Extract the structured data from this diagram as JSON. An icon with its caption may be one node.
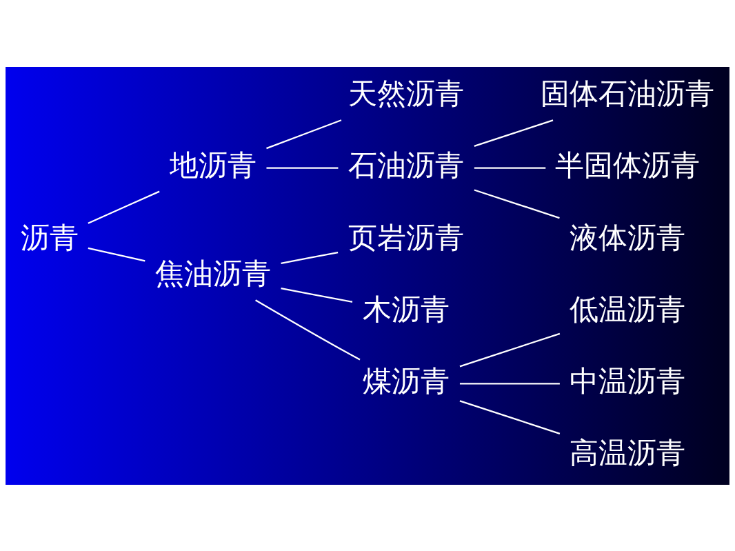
{
  "diagram": {
    "nodes": [
      {
        "text": [
          "沥青"
        ]
      },
      {
        "text": [
          "地沥青"
        ]
      },
      {
        "text": [
          "焦油沥青"
        ]
      },
      {
        "text": [
          "天然沥青"
        ]
      },
      {
        "text": [
          "石油沥青"
        ]
      },
      {
        "text": [
          "固体石油沥青"
        ]
      },
      {
        "text": [
          "半固体沥青"
        ]
      },
      {
        "text": [
          "液体沥青"
        ]
      },
      {
        "text": [
          "页岩沥青"
        ]
      },
      {
        "text": [
          "木沥青"
        ]
      },
      {
        "text": [
          "煤沥青"
        ]
      },
      {
        "text": [
          "低温沥青"
        ]
      },
      {
        "text": [
          "中温沥青"
        ]
      },
      {
        "text": [
          "高温沥青"
        ]
      }
    ],
    "edges": [
      {
        "from": 0,
        "to": 1,
        "arrow": "none"
      },
      {
        "from": 0,
        "to": 2,
        "arrow": "none"
      },
      {
        "from": 1,
        "to": 3,
        "arrow": "none"
      },
      {
        "from": 1,
        "to": 4,
        "arrow": "none"
      },
      {
        "from": 4,
        "to": 5,
        "arrow": "none"
      },
      {
        "from": 4,
        "to": 6,
        "arrow": "none"
      },
      {
        "from": 4,
        "to": 7,
        "arrow": "none"
      },
      {
        "from": 2,
        "to": 8,
        "arrow": "none"
      },
      {
        "from": 2,
        "to": 9,
        "arrow": "none"
      },
      {
        "from": 2,
        "to": 10,
        "arrow": "none"
      },
      {
        "from": 10,
        "to": 11,
        "arrow": "none"
      },
      {
        "from": 10,
        "to": 12,
        "arrow": "none"
      },
      {
        "from": 10,
        "to": 13,
        "arrow": "none"
      }
    ]
  }
}
